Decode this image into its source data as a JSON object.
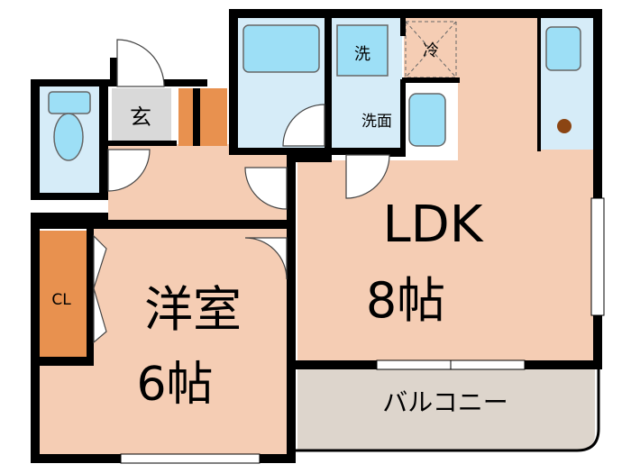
{
  "rooms": {
    "ldk": {
      "name": "LDK",
      "size": "8帖"
    },
    "western": {
      "name": "洋室",
      "size": "6帖"
    },
    "balcony": {
      "name": "バルコニー"
    },
    "entrance": {
      "name": "玄"
    },
    "closet": {
      "name": "CL"
    },
    "washroom": {
      "name": "洗面"
    },
    "laundry": {
      "name": "洗"
    },
    "fridge": {
      "name": "冷"
    }
  },
  "colors": {
    "wall": "#000000",
    "room_floor": "#f5cdb4",
    "wet_area": "#d6ecf8",
    "fixture": "#9ddff6",
    "closet": "#e8914f",
    "balcony": "#ddd5cc",
    "entrance": "#d9d9d9"
  }
}
